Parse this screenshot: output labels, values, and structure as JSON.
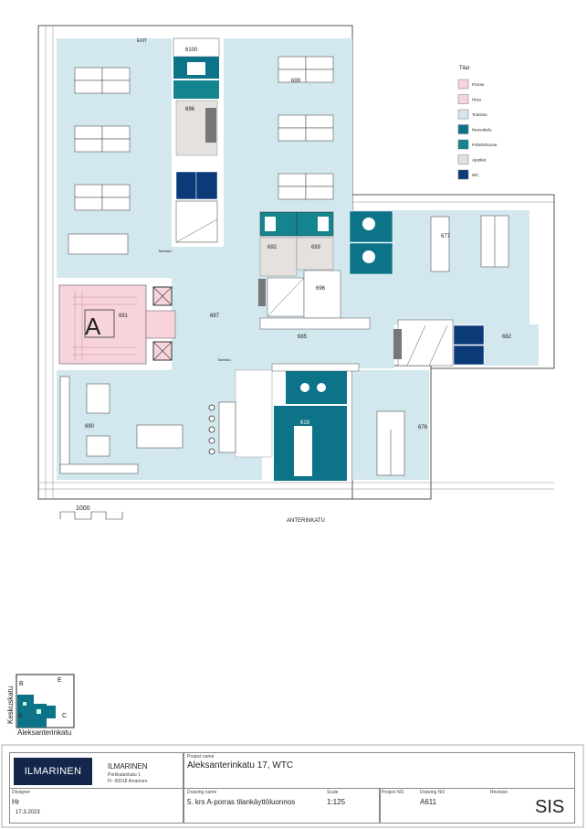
{
  "plan": {
    "street_bottom": "ANTERINKATU",
    "scale_bar_label": "1000",
    "exit_label": "EXIT",
    "stair_letter": "A",
    "rooms": {
      "r6100": "6100",
      "r699": "699",
      "r696a": "696",
      "r691": "691",
      "r687": "687",
      "r685": "685",
      "r690": "690",
      "r619": "619",
      "r676": "676",
      "r677": "677",
      "r692": "692",
      "r693": "693",
      "r696b": "696",
      "r682": "682",
      "toimisto": "Toimisto"
    }
  },
  "legend": {
    "title": "Tilat",
    "items": [
      {
        "label": "Porras",
        "color": "#f7d4dc"
      },
      {
        "label": "Hissi",
        "color": "#f7d4dc"
      },
      {
        "label": "Toimisto",
        "color": "#d2e7ee"
      },
      {
        "label": "Neuvottelu",
        "color": "#0d7388"
      },
      {
        "label": "Puhelinhuone",
        "color": "#14848f"
      },
      {
        "label": "Aputilat",
        "color": "#e4e1de"
      },
      {
        "label": "WC",
        "color": "#0b3a78"
      }
    ]
  },
  "key_plan": {
    "side_label": "Keskuskatu",
    "bottom_label": "Aleksanterinkatu",
    "corners": {
      "a": "A",
      "b": "B",
      "c": "C",
      "e": "E"
    }
  },
  "title_block": {
    "logo_text": "ILMARINEN",
    "company": "ILMARINEN",
    "address1": "Porkkalankatu 1",
    "address2": "FI- 00018 Ilmarinen",
    "project_name_label": "Project name",
    "project_name": "Aleksanterinkatu 17, WTC",
    "designer_label": "Designer",
    "designer": "Hr",
    "date": "17.3.2023",
    "drawing_name_label": "Drawing name",
    "drawing_name": "5. krs A-porras tilankäyttöluonnos",
    "scale_label": "Scale",
    "scale": "1:125",
    "project_no_label": "Project NO",
    "drawing_no_label": "Drawing NO",
    "drawing_no": "A611",
    "revision_label": "Revision",
    "stamp": "SIS"
  }
}
